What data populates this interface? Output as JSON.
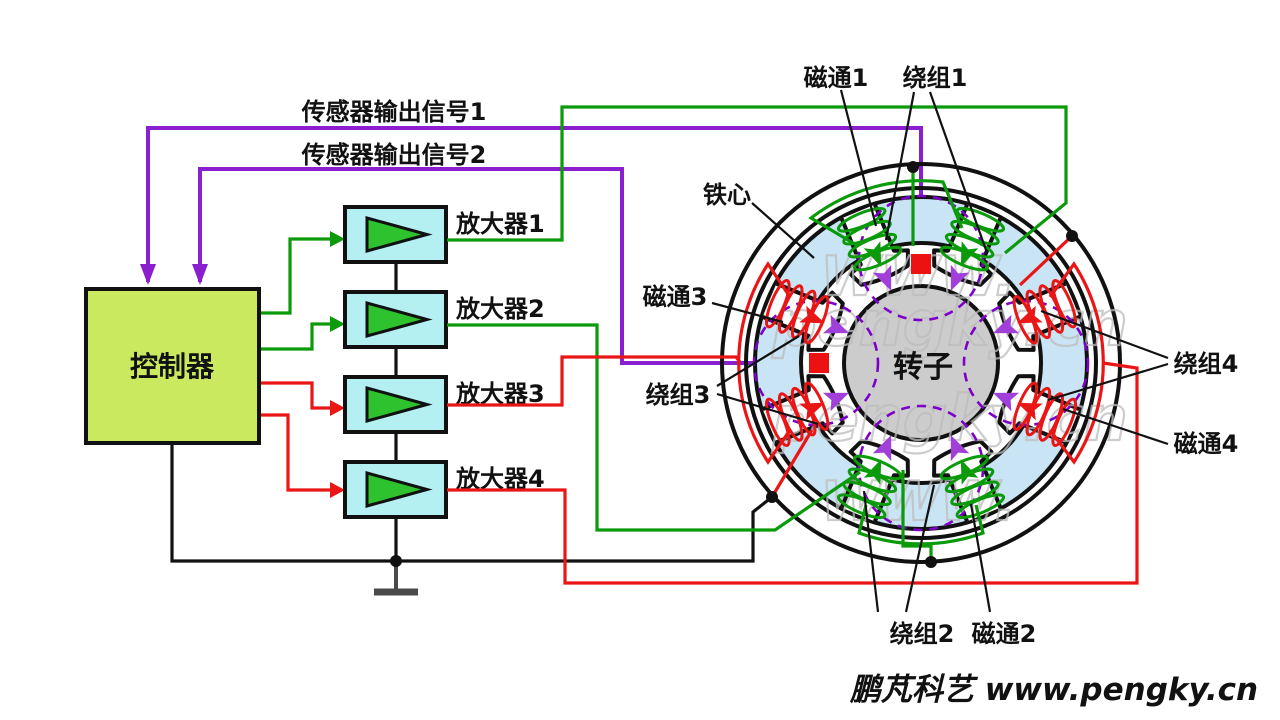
{
  "labels": {
    "sensor_signal_1": "传感器输出信号1",
    "sensor_signal_2": "传感器输出信号2",
    "controller": "控制器",
    "amplifiers": [
      "放大器1",
      "放大器2",
      "放大器3",
      "放大器4"
    ],
    "core": "铁心",
    "rotor": "转子",
    "flux1": "磁通1",
    "winding1": "绕组1",
    "flux2": "磁通2",
    "winding2": "绕组2",
    "flux3": "磁通3",
    "winding3": "绕组3",
    "flux4": "磁通4",
    "winding4": "绕组4"
  },
  "watermark": {
    "www": "WWW.",
    "domain": "pengky.cn"
  },
  "footer": {
    "text": "鹏芃科艺 www.pengky.cn",
    "color": "#1155bb"
  },
  "colors": {
    "controller_fill": "#cbe95e",
    "amplifier_fill": "#b4f0f2",
    "triangle_fill": "#2ec22e",
    "stator_yoke": "#c9e4f4",
    "rotor_fill": "#cccccc",
    "wire_green": "#0a9a0a",
    "wire_red": "#ea1515",
    "wire_purple": "#8a1fd0",
    "wire_black": "#111111",
    "flux_dashed": "#7d00c8",
    "sensor_square": "#ee1111",
    "arrow_violet": "#a040d8"
  }
}
